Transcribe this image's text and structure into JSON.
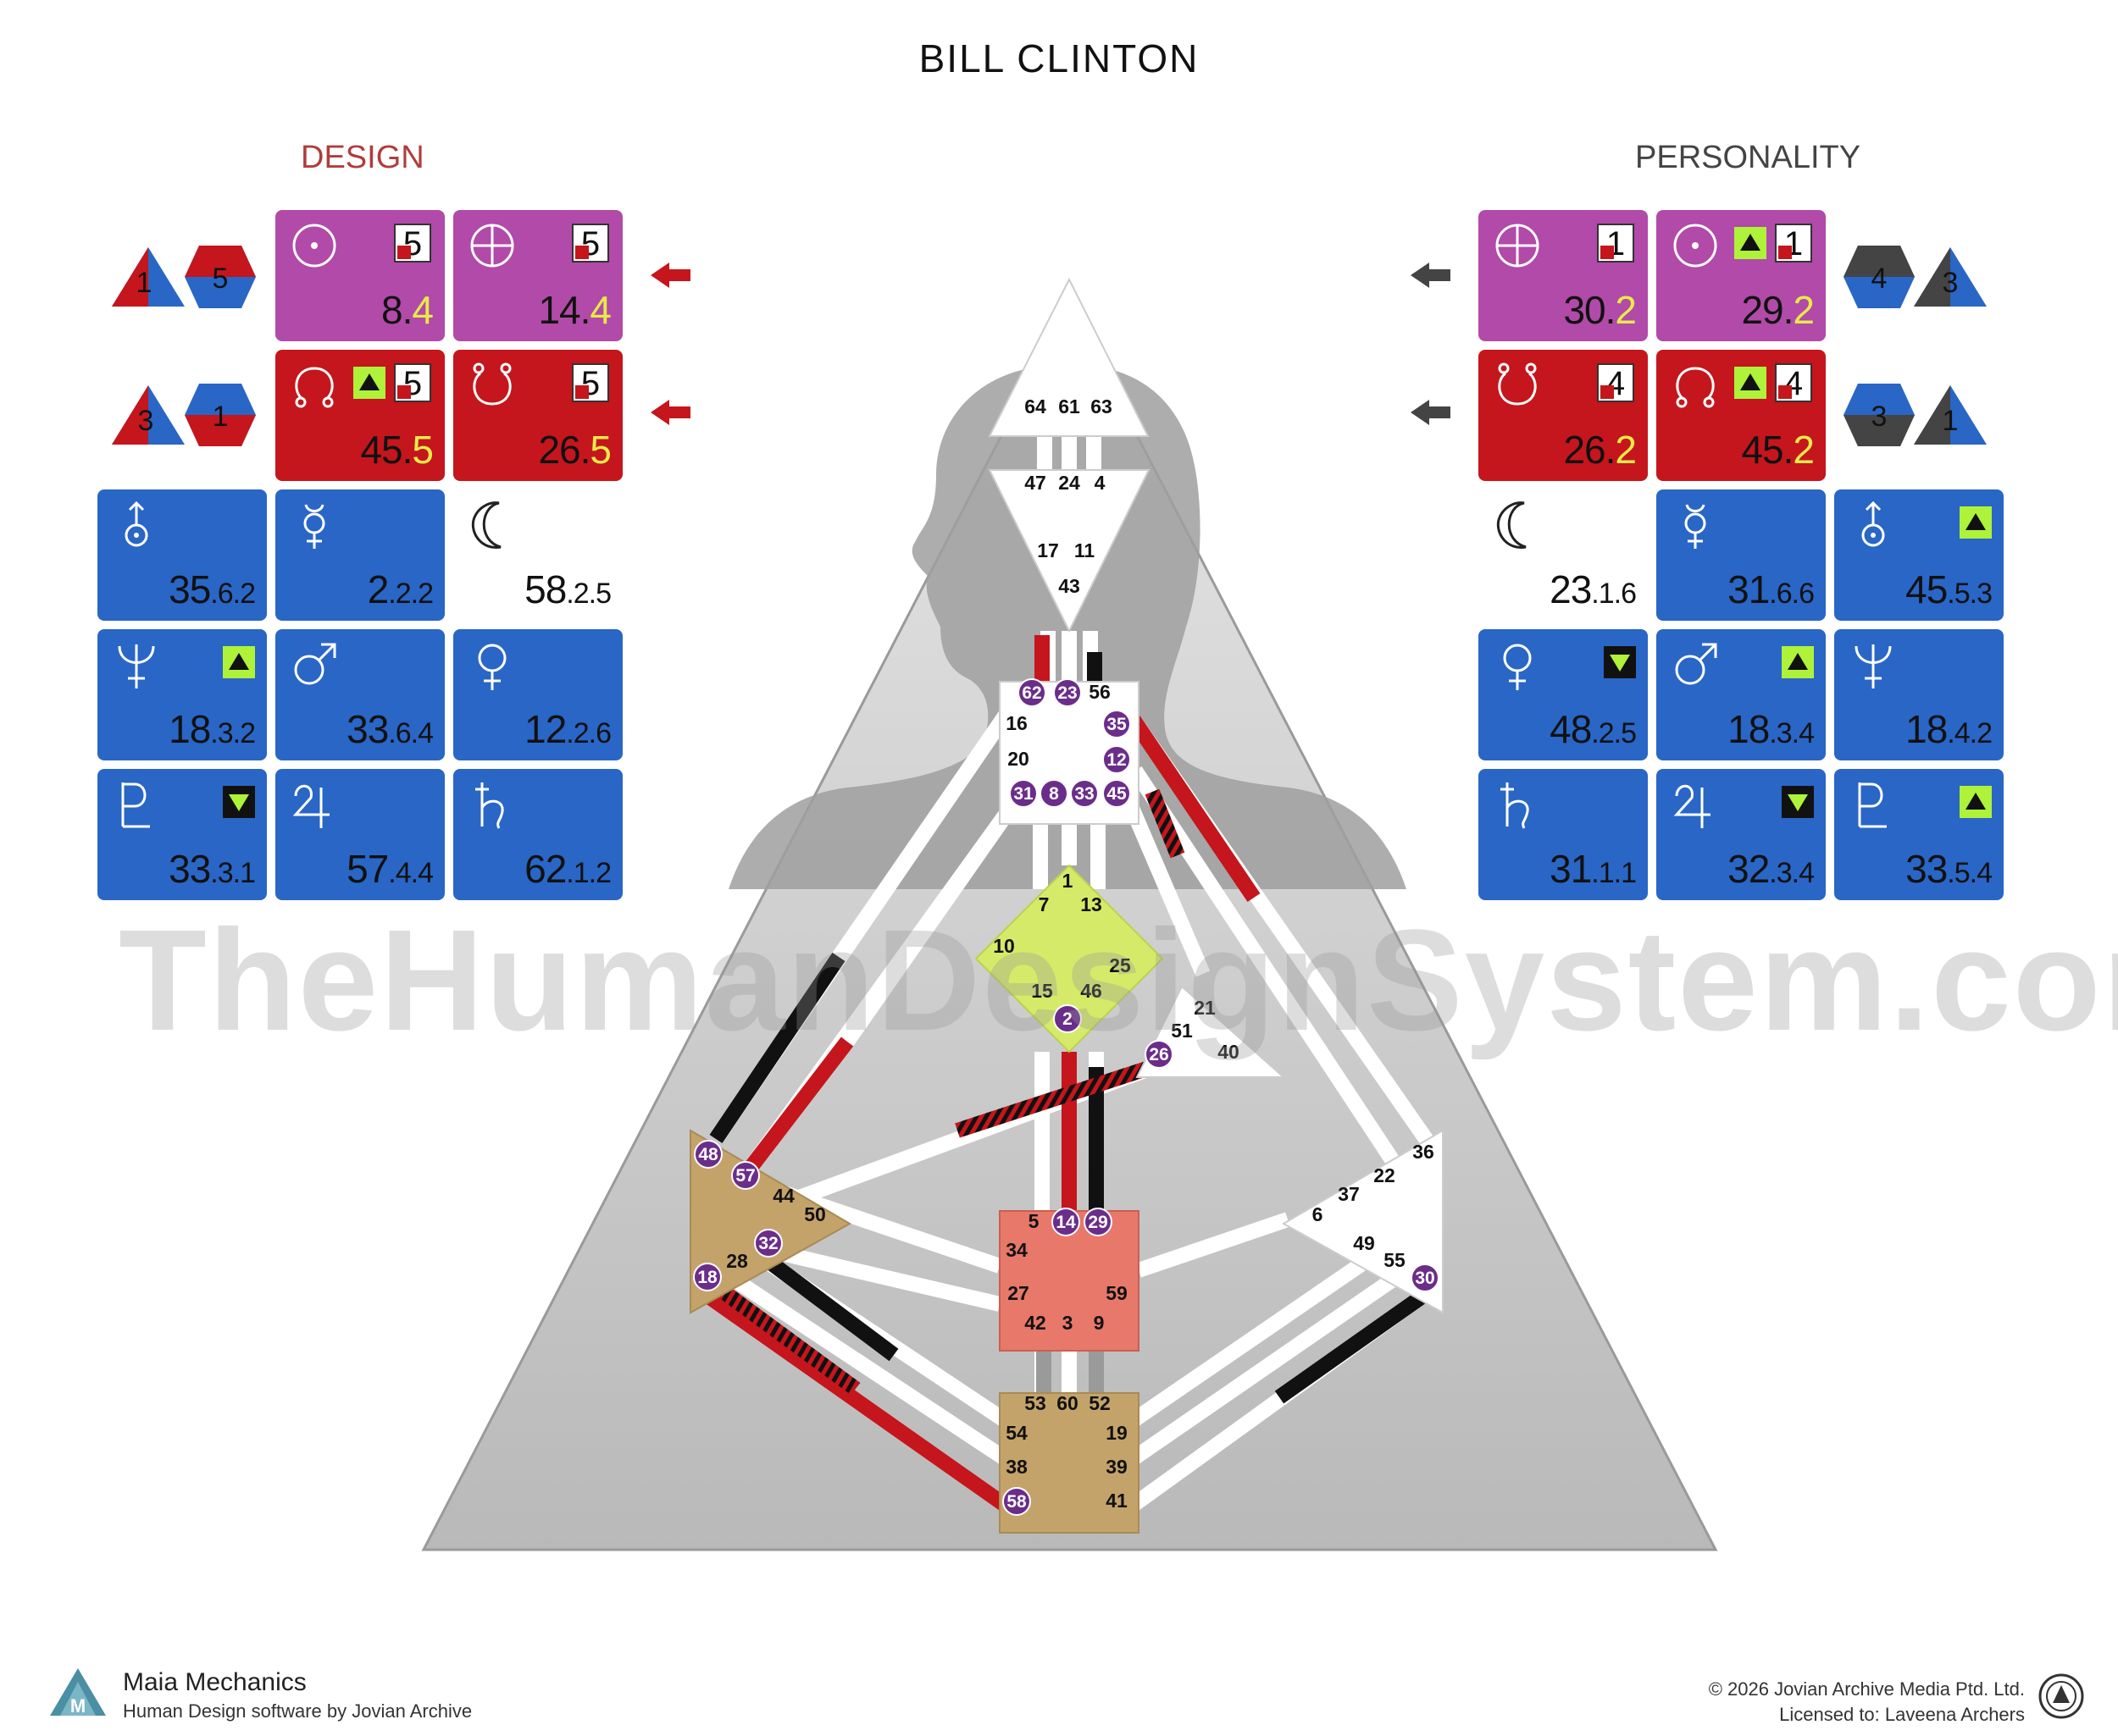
{
  "title": "BILL CLINTON",
  "design_label": "DESIGN",
  "personality_label": "PERSONALITY",
  "watermark": "TheHumanDesignSystem.com",
  "colors": {
    "design_red": "#c4161c",
    "personality_black": "#111111",
    "blue_card": "#2966c6",
    "purple_card": "#b14aa8",
    "activated_gate": "#6b2d8a",
    "g_center": "#d6ea6a",
    "sacral": "#e8786a",
    "spleen_root": "#c4a36a"
  },
  "design": {
    "variables": [
      {
        "left": "1",
        "right": "5"
      },
      {
        "left": "3",
        "right": "1"
      }
    ],
    "cards": [
      {
        "planet": "sun-icon",
        "gate": "8",
        "line": "4",
        "base": "5",
        "style": "purple"
      },
      {
        "planet": "earth-icon",
        "gate": "14",
        "line": "4",
        "base": "5",
        "style": "purple"
      },
      {
        "planet": "north-node-icon",
        "gate": "45",
        "line": "5",
        "base": "5",
        "style": "red",
        "arrow": "up"
      },
      {
        "planet": "south-node-icon",
        "gate": "26",
        "line": "5",
        "base": "5",
        "style": "red"
      },
      {
        "planet": "uranus-icon",
        "main": "35",
        "sub": "6.2",
        "style": "blue"
      },
      {
        "planet": "mercury-icon",
        "main": "2",
        "sub": "2.2",
        "style": "blue"
      },
      {
        "planet": "moon-icon",
        "main": "58",
        "sub": "2.5",
        "style": "plain"
      },
      {
        "planet": "neptune-icon",
        "main": "18",
        "sub": "3.2",
        "style": "blue",
        "arrow": "up"
      },
      {
        "planet": "mars-icon",
        "main": "33",
        "sub": "6.4",
        "style": "blue"
      },
      {
        "planet": "venus-icon",
        "main": "12",
        "sub": "2.6",
        "style": "blue"
      },
      {
        "planet": "pluto-icon",
        "main": "33",
        "sub": "3.1",
        "style": "blue",
        "arrow": "down"
      },
      {
        "planet": "jupiter-icon",
        "main": "57",
        "sub": "4.4",
        "style": "blue"
      },
      {
        "planet": "saturn-icon",
        "main": "62",
        "sub": "1.2",
        "style": "blue"
      }
    ]
  },
  "personality": {
    "variables": [
      {
        "left": "4",
        "right": "3"
      },
      {
        "left": "3",
        "right": "1"
      }
    ],
    "cards": [
      {
        "planet": "earth-icon",
        "gate": "30",
        "line": "2",
        "base": "1",
        "style": "purple"
      },
      {
        "planet": "sun-icon",
        "gate": "29",
        "line": "2",
        "base": "1",
        "style": "purple",
        "arrow": "up"
      },
      {
        "planet": "south-node-icon",
        "gate": "26",
        "line": "2",
        "base": "4",
        "style": "red"
      },
      {
        "planet": "north-node-icon",
        "gate": "45",
        "line": "2",
        "base": "4",
        "style": "red",
        "arrow": "up"
      },
      {
        "planet": "moon-icon",
        "main": "23",
        "sub": "1.6",
        "style": "plain"
      },
      {
        "planet": "mercury-icon",
        "main": "31",
        "sub": "6.6",
        "style": "blue"
      },
      {
        "planet": "uranus-icon",
        "main": "45",
        "sub": "5.3",
        "style": "blue",
        "arrow": "up"
      },
      {
        "planet": "venus-icon",
        "main": "48",
        "sub": "2.5",
        "style": "blue",
        "arrow": "down"
      },
      {
        "planet": "mars-icon",
        "main": "18",
        "sub": "3.4",
        "style": "blue",
        "arrow": "up"
      },
      {
        "planet": "neptune-icon",
        "main": "18",
        "sub": "4.2",
        "style": "blue"
      },
      {
        "planet": "saturn-icon",
        "main": "31",
        "sub": "1.1",
        "style": "blue"
      },
      {
        "planet": "jupiter-icon",
        "main": "32",
        "sub": "3.4",
        "style": "blue",
        "arrow": "down"
      },
      {
        "planet": "pluto-icon",
        "main": "33",
        "sub": "5.4",
        "style": "blue",
        "arrow": "up"
      }
    ]
  },
  "gates": {
    "head": [
      "64",
      "61",
      "63"
    ],
    "ajna": [
      "47",
      "24",
      "4",
      "17",
      "11",
      "43"
    ],
    "throat": [
      "62",
      "23",
      "56",
      "16",
      "35",
      "20",
      "12",
      "31",
      "8",
      "33",
      "45"
    ],
    "g": [
      "1",
      "7",
      "13",
      "10",
      "25",
      "15",
      "46",
      "2"
    ],
    "ego": [
      "21",
      "51",
      "26",
      "40"
    ],
    "spleen": [
      "48",
      "57",
      "44",
      "50",
      "32",
      "28",
      "18"
    ],
    "sacral": [
      "5",
      "14",
      "29",
      "34",
      "27",
      "59",
      "42",
      "3",
      "9"
    ],
    "solar": [
      "36",
      "22",
      "37",
      "6",
      "49",
      "55",
      "30"
    ],
    "root": [
      "53",
      "60",
      "52",
      "54",
      "19",
      "38",
      "39",
      "58",
      "41"
    ]
  },
  "activated_gates": [
    "62",
    "23",
    "35",
    "12",
    "31",
    "8",
    "33",
    "45",
    "2",
    "26",
    "48",
    "57",
    "32",
    "18",
    "14",
    "29",
    "30",
    "58"
  ],
  "footer": {
    "brand": "Maia Mechanics",
    "sub": "Human Design software by Jovian Archive",
    "copyright": "© 2026 Jovian Archive Media Ptd. Ltd.",
    "license": "Licensed to: Laveena Archers"
  }
}
